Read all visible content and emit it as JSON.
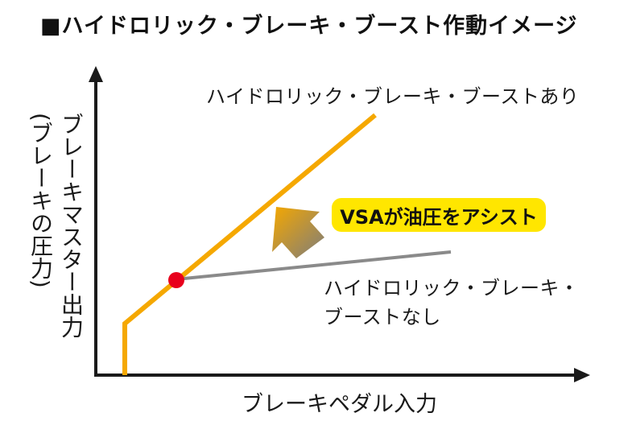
{
  "title": "■ハイドロリック・ブレーキ・ブースト作動イメージ",
  "y_label": {
    "main": "ブレーキマスター出力",
    "sub": "(ブレーキの圧力)"
  },
  "x_label": "ブレーキペダル入力",
  "lines": {
    "with_boost": {
      "label": "ハイドロリック・ブレーキ・ブーストあり",
      "color": "#f5a800"
    },
    "without_boost": {
      "label_line1": "ハイドロリック・ブレーキ・",
      "label_line2": "ブーストなし",
      "color": "#8a8a8a"
    },
    "junction_color": "#e8001c"
  },
  "assist_badge": {
    "label": "VSAが油圧をアシスト",
    "color": "#ffe600"
  },
  "assist_arrow": {
    "gradient_from": "#f5a800",
    "gradient_to": "#7d7d7d"
  },
  "axis_color": "#1a1a1a"
}
